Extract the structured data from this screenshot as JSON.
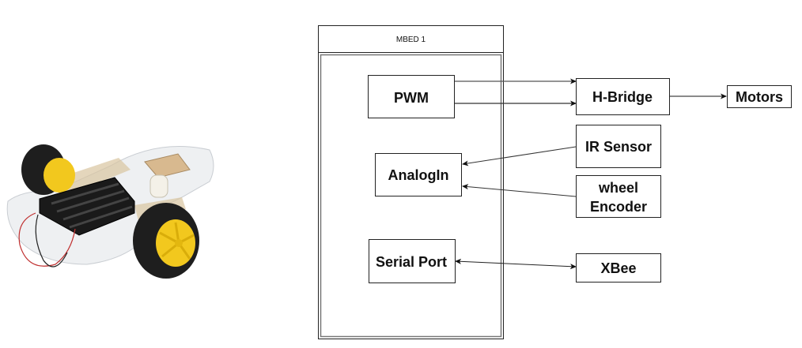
{
  "image": {
    "description": "robot-car-chassis-photo",
    "parts": [
      "wheel",
      "battery-holder",
      "caster-wheel",
      "acrylic-chassis",
      "wires"
    ]
  },
  "diagram": {
    "container_title": "MBED 1",
    "internal_blocks": [
      {
        "id": "pwm",
        "label": "PWM"
      },
      {
        "id": "analogin",
        "label": "AnalogIn"
      },
      {
        "id": "serial",
        "label": "Serial Port"
      }
    ],
    "external_blocks": [
      {
        "id": "hbridge",
        "label": "H-Bridge"
      },
      {
        "id": "motors",
        "label": "Motors"
      },
      {
        "id": "ir",
        "label": "IR Sensor"
      },
      {
        "id": "encoder",
        "label_line1": "wheel",
        "label_line2": "Encoder"
      },
      {
        "id": "xbee",
        "label": "XBee"
      }
    ],
    "connections": [
      {
        "from": "PWM",
        "to": "H-Bridge",
        "direction": "forward"
      },
      {
        "from": "PWM",
        "to": "H-Bridge",
        "direction": "forward"
      },
      {
        "from": "H-Bridge",
        "to": "Motors",
        "direction": "forward"
      },
      {
        "from": "IR Sensor",
        "to": "AnalogIn",
        "direction": "forward"
      },
      {
        "from": "wheel Encoder",
        "to": "AnalogIn",
        "direction": "forward"
      },
      {
        "from": "Serial Port",
        "to": "XBee",
        "direction": "bidirectional"
      }
    ]
  }
}
